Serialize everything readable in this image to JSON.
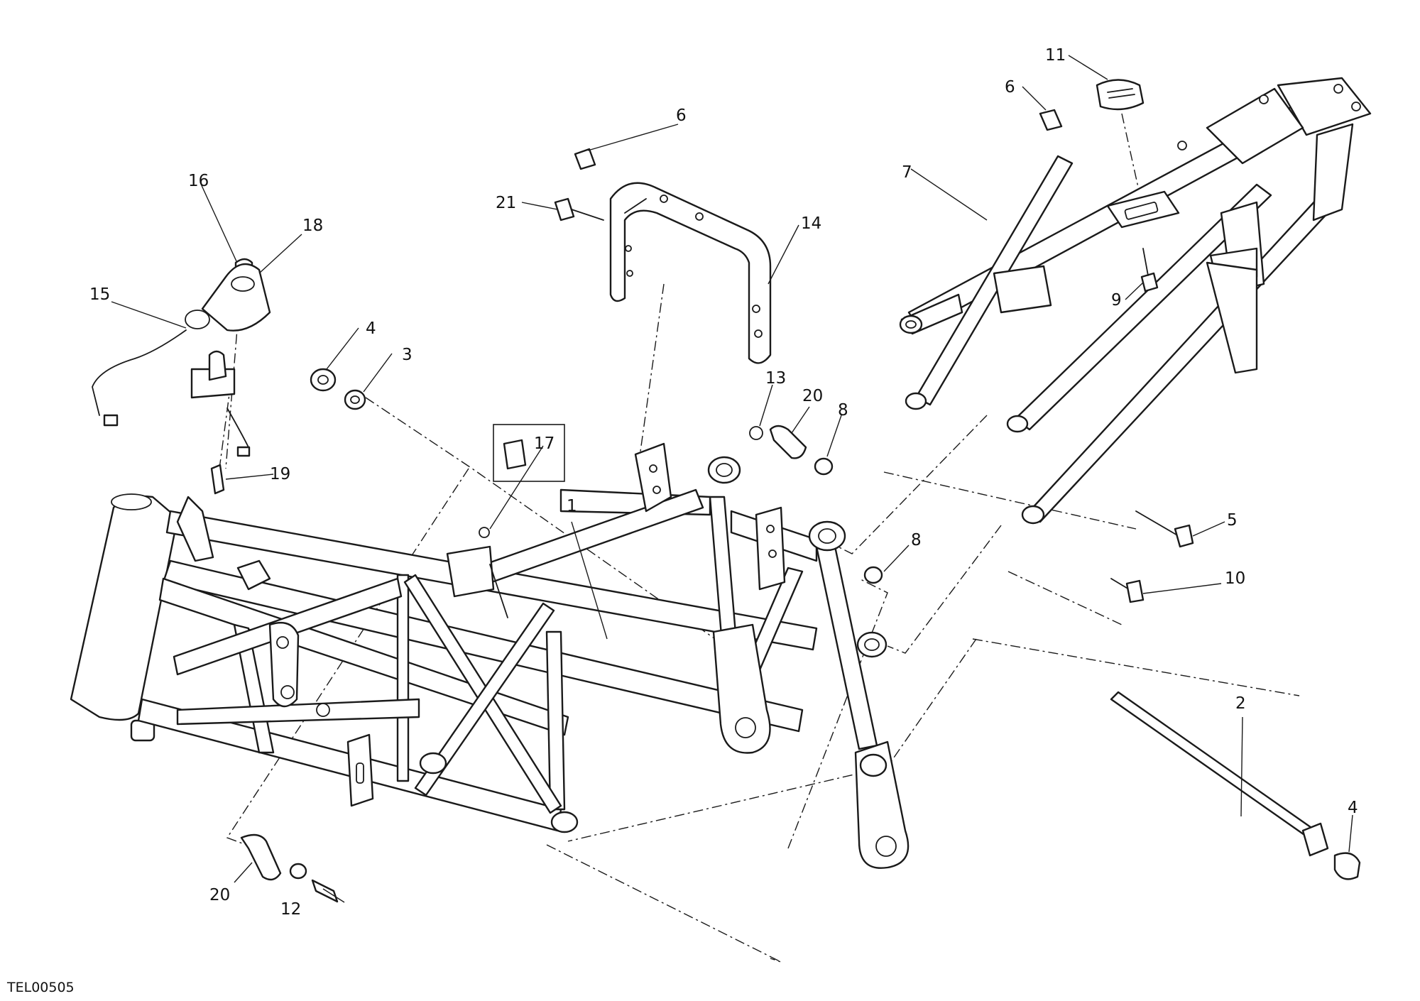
{
  "callouts": {
    "c1": "1",
    "c2": "2",
    "c3": "3",
    "c4a": "4",
    "c4b": "4",
    "c5": "5",
    "c6a": "6",
    "c6b": "6",
    "c7": "7",
    "c8a": "8",
    "c8b": "8",
    "c9": "9",
    "c10": "10",
    "c11": "11",
    "c12": "12",
    "c13": "13",
    "c14": "14",
    "c15": "15",
    "c16": "16",
    "c17": "17",
    "c18": "18",
    "c19": "19",
    "c20a": "20",
    "c20b": "20",
    "c21": "21"
  },
  "drawing_code": "TEL00505",
  "line_color": "#1a1a1a"
}
